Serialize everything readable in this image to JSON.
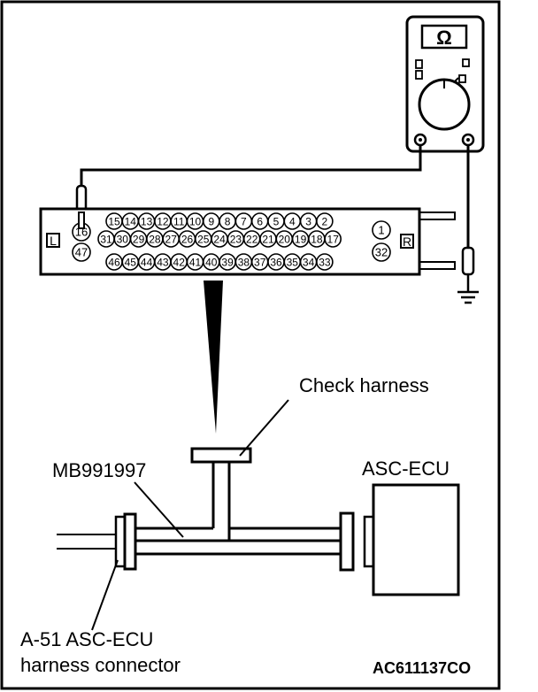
{
  "meter": {
    "symbol": "Ω"
  },
  "connector": {
    "left_tag": "L",
    "right_tag": "R",
    "row1": [
      "15",
      "14",
      "13",
      "12",
      "11",
      "10",
      "9",
      "8",
      "7",
      "6",
      "5",
      "4",
      "3",
      "2"
    ],
    "row2": [
      "31",
      "30",
      "29",
      "28",
      "27",
      "26",
      "25",
      "24",
      "23",
      "22",
      "21",
      "20",
      "19",
      "18",
      "17"
    ],
    "row3": [
      "46",
      "45",
      "44",
      "43",
      "42",
      "41",
      "40",
      "39",
      "38",
      "37",
      "36",
      "35",
      "34",
      "33"
    ],
    "probe_pin": "16",
    "left_pin_lower": "47",
    "right_pin_upper": "1",
    "right_pin_lower": "32"
  },
  "labels": {
    "check_harness": "Check harness",
    "tool": "MB991997",
    "ecu": "ASC-ECU",
    "harness_line1": "A-51 ASC-ECU",
    "harness_line2": "harness connector",
    "figure_code": "AC611137CO"
  }
}
